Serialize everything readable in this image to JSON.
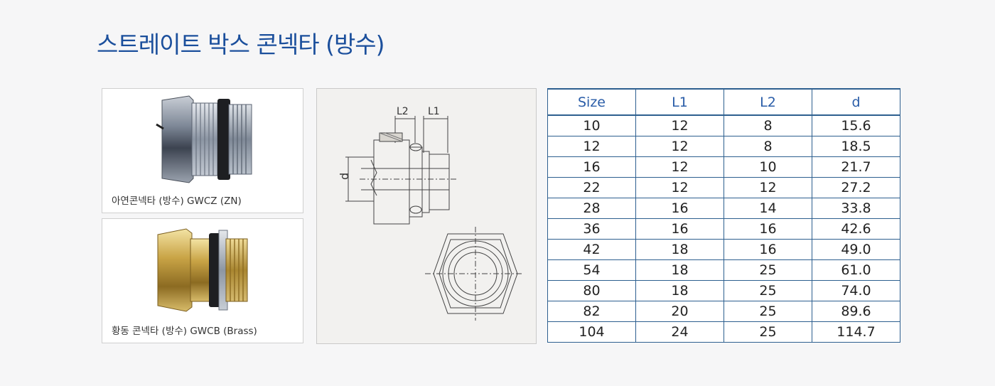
{
  "page": {
    "title": "스트레이트 박스 콘넥타 (방수)"
  },
  "products": [
    {
      "caption": "아연콘넥타 (방수) GWCZ (ZN)",
      "icon": "zinc-connector-photo"
    },
    {
      "caption": "황동 콘넥타 (방수) GWCB (Brass)",
      "icon": "brass-connector-photo"
    }
  ],
  "drawing": {
    "label_l2": "L2",
    "label_l1": "L1",
    "label_d": "d"
  },
  "table": {
    "headers": [
      "Size",
      "L1",
      "L2",
      "d"
    ],
    "rows": [
      [
        "10",
        "12",
        "8",
        "15.6"
      ],
      [
        "12",
        "12",
        "8",
        "18.5"
      ],
      [
        "16",
        "12",
        "10",
        "21.7"
      ],
      [
        "22",
        "12",
        "12",
        "27.2"
      ],
      [
        "28",
        "16",
        "14",
        "33.8"
      ],
      [
        "36",
        "16",
        "16",
        "42.6"
      ],
      [
        "42",
        "18",
        "16",
        "49.0"
      ],
      [
        "54",
        "18",
        "25",
        "61.0"
      ],
      [
        "80",
        "18",
        "25",
        "74.0"
      ],
      [
        "82",
        "20",
        "25",
        "89.6"
      ],
      [
        "104",
        "24",
        "25",
        "114.7"
      ]
    ]
  },
  "colors": {
    "title": "#1b4f9c",
    "table_border": "#2d5f8f",
    "header_text": "#2a5da8"
  }
}
